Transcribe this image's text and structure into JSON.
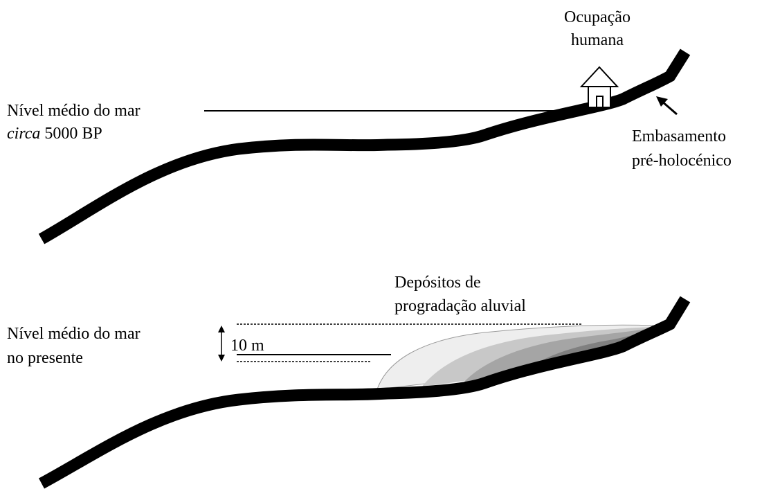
{
  "top_panel": {
    "sea_level_line1": "Nível médio do mar",
    "sea_level_circa": "circa",
    "sea_level_date": "5000 BP",
    "occupation_line1": "Ocupação",
    "occupation_line2": "humana",
    "basement_line1": "Embasamento",
    "basement_line2": "pré-holocénico"
  },
  "bottom_panel": {
    "sea_level_line1": "Nível médio do mar",
    "sea_level_line2": "no presente",
    "scale_label": "10 m",
    "deposits_line1": "Depósitos de",
    "deposits_line2": "progradação aluvial"
  },
  "colors": {
    "bedrock": "#000000",
    "deposit_1": "#eeeeee",
    "deposit_2": "#c8c8c8",
    "deposit_3": "#a5a5a5",
    "deposit_4": "#808080"
  }
}
